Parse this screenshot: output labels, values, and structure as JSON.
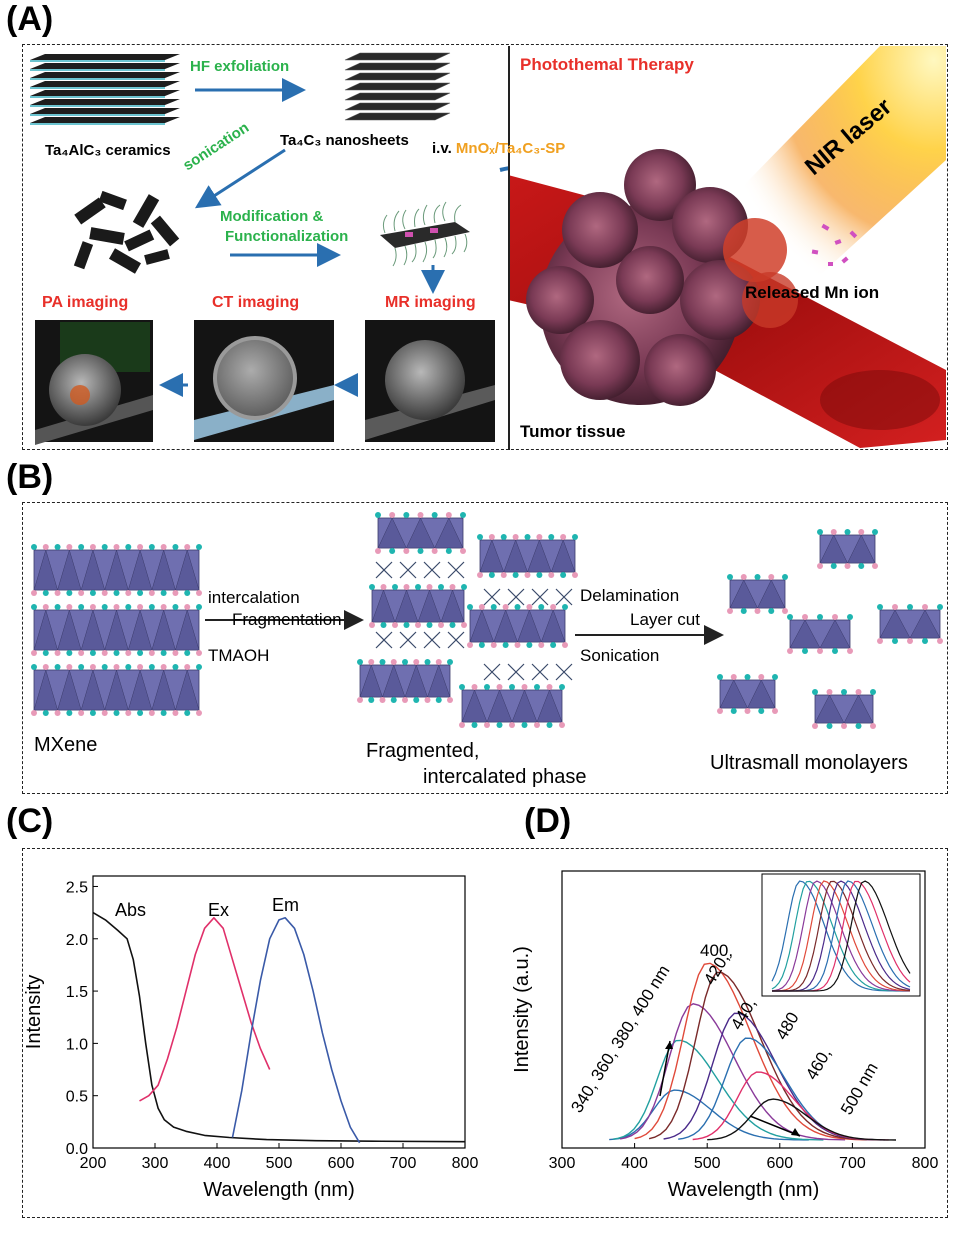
{
  "panels": {
    "a": {
      "letter": "(A)"
    },
    "b": {
      "letter": "(B)"
    },
    "c": {
      "letter": "(C)"
    },
    "d": {
      "letter": "(D)"
    }
  },
  "figure_a": {
    "hf_exfoliation": "HF exfoliation",
    "ceramics_label": "Ta₄AlC₃ ceramics",
    "nanosheets_label": "Ta₄C₃ nanosheets",
    "sonication": "sonication",
    "modification_1": "Modification &",
    "modification_2": "Functionalization",
    "iv_prefix": "i.v.",
    "agent": "MnOₓ/Ta₄C₃-SP",
    "pa_imaging": "PA imaging",
    "ct_imaging": "CT imaging",
    "mr_imaging": "MR imaging",
    "photothermal": "Photothemal Therapy",
    "nir_laser": "NIR laser",
    "released_mn": "Released Mn ion",
    "tumor_tissue": "Tumor tissue",
    "colors": {
      "green_text": "#2bb24c",
      "red_text": "#e8302a",
      "agent_text": "#f0a020",
      "arrow": "#2a6fb0"
    }
  },
  "figure_b": {
    "mxene": "MXene",
    "intercalation": "intercalation",
    "fragmentation": "Fragmentation",
    "tmaoh": "TMAOH",
    "fragmented_1": "Fragmented,",
    "fragmented_2": "intercalated phase",
    "delamination": "Delamination",
    "layer_cut": "Layer cut",
    "sonication": "Sonication",
    "ultrasmall": "Ultrasmall monolayers",
    "colors": {
      "slab": "#6f6fb0",
      "cyan": "#1fb5b0",
      "pink": "#e89ab8"
    }
  },
  "chart_data": [
    {
      "type": "line",
      "panel": "C",
      "xlabel": "Wavelength (nm)",
      "ylabel": "Intensity",
      "xlim": [
        200,
        800
      ],
      "ylim": [
        0,
        2.6
      ],
      "xticks": [
        200,
        300,
        400,
        500,
        600,
        700,
        800
      ],
      "yticks": [
        0.0,
        0.5,
        1.0,
        1.5,
        2.0,
        2.5
      ],
      "xtick_labels": [
        "200",
        "300",
        "400",
        "500",
        "600",
        "700",
        "800"
      ],
      "ytick_labels": [
        "0.0",
        "0.5",
        "1.0",
        "1.5",
        "2.0",
        "2.5"
      ],
      "series": [
        {
          "name": "Abs",
          "color": "#111111",
          "x": [
            200,
            220,
            240,
            255,
            265,
            275,
            285,
            295,
            305,
            315,
            330,
            350,
            380,
            420,
            480,
            560,
            650,
            800
          ],
          "y": [
            2.25,
            2.18,
            2.08,
            2.0,
            1.8,
            1.45,
            1.0,
            0.6,
            0.38,
            0.27,
            0.2,
            0.16,
            0.12,
            0.1,
            0.08,
            0.07,
            0.065,
            0.06
          ]
        },
        {
          "name": "Ex",
          "color": "#e0306a",
          "x": [
            275,
            290,
            305,
            320,
            335,
            350,
            365,
            380,
            395,
            410,
            425,
            440,
            455,
            470,
            485
          ],
          "y": [
            0.45,
            0.5,
            0.6,
            0.85,
            1.15,
            1.5,
            1.85,
            2.1,
            2.2,
            2.1,
            1.8,
            1.5,
            1.2,
            0.95,
            0.75
          ]
        },
        {
          "name": "Em",
          "color": "#3a5aa8",
          "x": [
            425,
            440,
            455,
            470,
            485,
            500,
            510,
            525,
            540,
            555,
            570,
            585,
            600,
            615,
            630
          ],
          "y": [
            0.1,
            0.55,
            1.1,
            1.6,
            2.0,
            2.18,
            2.2,
            2.1,
            1.85,
            1.5,
            1.1,
            0.75,
            0.45,
            0.2,
            0.05
          ]
        }
      ]
    },
    {
      "type": "line",
      "panel": "D",
      "xlabel": "Wavelength (nm)",
      "ylabel": "Intensity (a.u.)",
      "xlim": [
        300,
        800
      ],
      "xticks": [
        300,
        400,
        500,
        600,
        700,
        800
      ],
      "xtick_labels": [
        "300",
        "400",
        "500",
        "600",
        "700",
        "800"
      ],
      "annotations": [
        "340, 360, 380, 400 nm",
        "400,",
        "420,",
        "440,",
        "480",
        "460,",
        "500 nm"
      ],
      "series": [
        {
          "name": "340",
          "color": "#2a6fb0",
          "peak_x": 455,
          "peak_y": 0.22,
          "start_x": 365,
          "end_x": 640
        },
        {
          "name": "360",
          "color": "#22a0a0",
          "peak_x": 460,
          "peak_y": 0.44,
          "start_x": 370,
          "end_x": 660
        },
        {
          "name": "380",
          "color": "#8a3a9a",
          "peak_x": 480,
          "peak_y": 0.6,
          "start_x": 380,
          "end_x": 690
        },
        {
          "name": "400",
          "color": "#e04a3a",
          "peak_x": 500,
          "peak_y": 0.78,
          "start_x": 400,
          "end_x": 720
        },
        {
          "name": "420",
          "color": "#7a2a2a",
          "peak_x": 515,
          "peak_y": 0.74,
          "start_x": 420,
          "end_x": 730
        },
        {
          "name": "440",
          "color": "#4a2a8a",
          "peak_x": 540,
          "peak_y": 0.56,
          "start_x": 440,
          "end_x": 740
        },
        {
          "name": "460",
          "color": "#2a6fb0",
          "peak_x": 555,
          "peak_y": 0.45,
          "start_x": 460,
          "end_x": 745
        },
        {
          "name": "480",
          "color": "#e0306a",
          "peak_x": 570,
          "peak_y": 0.3,
          "start_x": 480,
          "end_x": 750
        },
        {
          "name": "500",
          "color": "#111111",
          "peak_x": 590,
          "peak_y": 0.18,
          "start_x": 500,
          "end_x": 760
        }
      ]
    }
  ]
}
